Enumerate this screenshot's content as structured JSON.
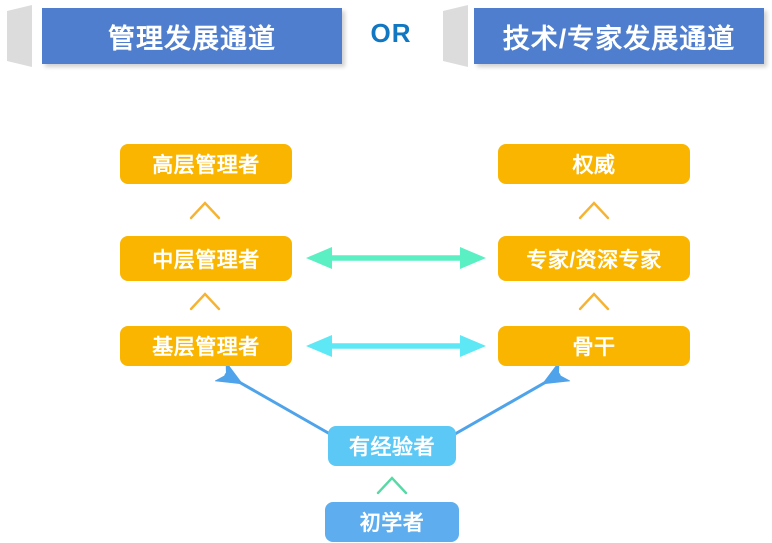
{
  "header": {
    "left_banner": {
      "title": "管理发展通道"
    },
    "connector": {
      "label": "OR"
    },
    "right_banner": {
      "title": "技术/专家发展通道"
    }
  },
  "columns": {
    "management": {
      "name": "管理发展通道",
      "levels": [
        {
          "label": "高层管理者",
          "rank": 3
        },
        {
          "label": "中层管理者",
          "rank": 2
        },
        {
          "label": "基层管理者",
          "rank": 1
        }
      ]
    },
    "technical": {
      "name": "技术/专家发展通道",
      "levels": [
        {
          "label": "权威",
          "rank": 3
        },
        {
          "label": "专家/资深专家",
          "rank": 2
        },
        {
          "label": "骨干",
          "rank": 1
        }
      ]
    },
    "foundation": {
      "levels": [
        {
          "label": "有经验者",
          "rank": 2
        },
        {
          "label": "初学者",
          "rank": 1
        }
      ]
    }
  },
  "connectors": {
    "promotion_chevron": "∧",
    "lateral_mid": "双向箭头",
    "lateral_bottom": "双向箭头",
    "branch_left": "箭头",
    "branch_right": "箭头"
  },
  "colors": {
    "banner_blue": "#4E7ECD",
    "banner_wedge_grey": "#DCDCDC",
    "or_blue": "#1177C2",
    "node_orange": "#FAB500",
    "node_lightblue": "#5BC8F5",
    "node_midblue": "#5EADEE",
    "arrow_mint": "#5BEFC4",
    "arrow_cyan": "#5EE8F5",
    "arrow_blue": "#4FA3EA",
    "chevron_orange": "#F5B331",
    "chevron_green": "#57D9A6",
    "text_white": "#FFFFFF"
  }
}
